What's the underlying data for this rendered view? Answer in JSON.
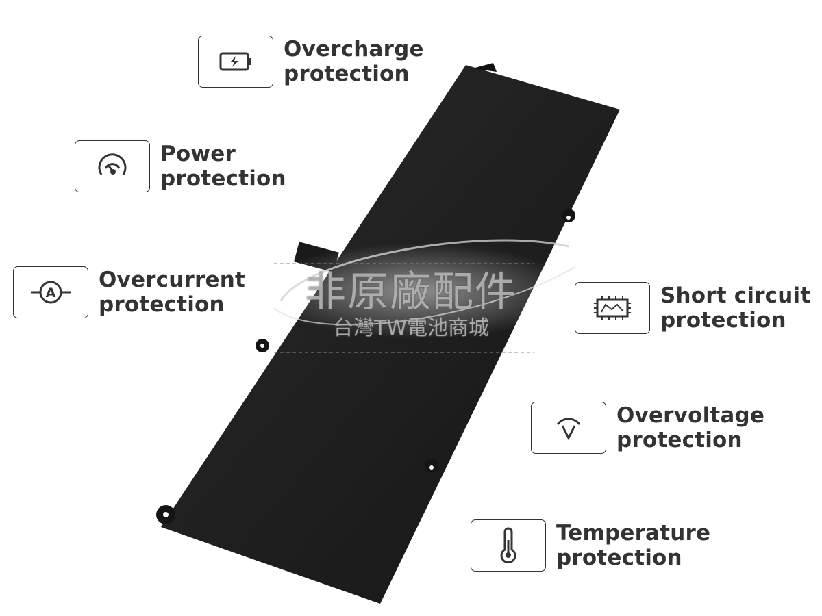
{
  "features": [
    {
      "icon": "battery-bolt-icon",
      "line1": "Overcharge",
      "line2": "protection"
    },
    {
      "icon": "gauge-icon",
      "line1": "Power",
      "line2": "protection"
    },
    {
      "icon": "ammeter-icon",
      "line1": "Overcurrent",
      "line2": "protection"
    },
    {
      "icon": "circuit-board-icon",
      "line1": "Short circuit",
      "line2": "protection"
    },
    {
      "icon": "voltage-icon",
      "line1": "Overvoltage",
      "line2": "protection"
    },
    {
      "icon": "thermometer-icon",
      "line1": "Temperature",
      "line2": "protection"
    }
  ],
  "watermark": {
    "line1": "非原廠配件",
    "line2": "台灣TW電池商城"
  }
}
